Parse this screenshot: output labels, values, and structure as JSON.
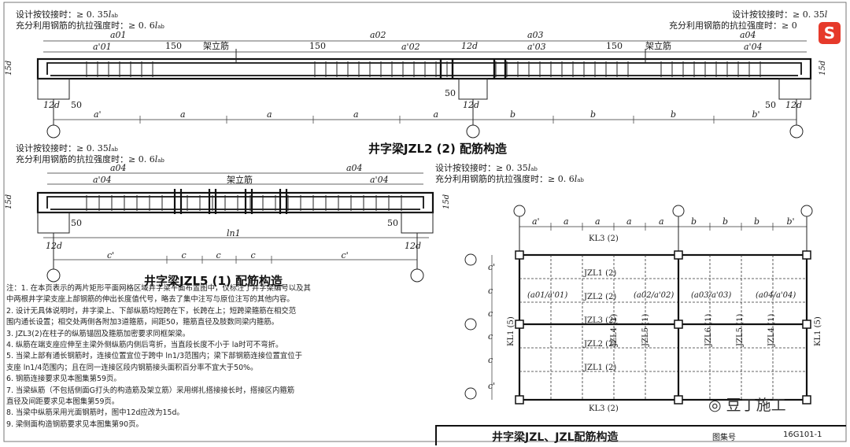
{
  "top_notes": {
    "hinge_label": "设计按铰接时：≥ 0. 35",
    "hinge_sym": "l",
    "hinge_sub": "ab",
    "full_label": "充分利用钢筋的抗拉强度时：≥ 0. 6",
    "full_sym": "l",
    "full_sub": "ab",
    "right_full_label": "充分利用钢筋的抗拉强度时：≥ 0"
  },
  "beam1": {
    "title": "井字梁JZL2 (2) 配筋构造",
    "top_dims": [
      "a01",
      "a'01",
      "a02",
      "a'02",
      "a03",
      "a'03",
      "a'04",
      "a04"
    ],
    "labels_150": "150",
    "label_12d": "12d",
    "label_50": "50",
    "label_15d": "15d",
    "erect_bar": "架立筋",
    "bottom_dims": [
      "a'",
      "a",
      "a",
      "a",
      "a",
      "b",
      "b",
      "b",
      "b'"
    ]
  },
  "beam2": {
    "title": "井字梁JZL5 (1) 配筋构造",
    "top_dims": [
      "a04",
      "a'04",
      "a'04",
      "a04"
    ],
    "erect_bar": "架立筋",
    "label_ln": "ln1",
    "bottom_dims": [
      "c'",
      "c",
      "c",
      "c",
      "c'"
    ]
  },
  "plan": {
    "top_dims": [
      "a'",
      "a",
      "a",
      "a",
      "a",
      "b",
      "b",
      "b",
      "b'"
    ],
    "kl_top": "KL3 (2)",
    "kl_bottom": "KL3 (2)",
    "kl_left": "KL1 (5)",
    "kl_right": "KL1 (5)",
    "jzl_rows": [
      "JZL1 (2)",
      "JZL2 (2)",
      "JZL3 (2)",
      "JZL2 (2)",
      "JZL1 (2)"
    ],
    "jzl_cols": [
      "JZL4 (1)",
      "JZL5 (1)",
      "JZL6 (1)",
      "JZL5 (1)",
      "JZL4 (1)"
    ],
    "side_dims": [
      "c'",
      "c",
      "c",
      "c",
      "c",
      "c'"
    ],
    "annot": [
      "(a01/a'01)",
      "(a02/a'02)",
      "(a03/a'03)",
      "(a04/a'04)"
    ]
  },
  "notes": [
    "注：1. 在本页表示的两片矩形平面网格区域井字梁平面布置图中，仅标注了井字梁编号以及其",
    "       中两根井字梁支座上部钢筋的伸出长度值代号，略去了集中注写与原位注写的其他内容。",
    "    2. 设计无具体说明时，井字梁上、下部纵筋均短跨在下，长跨在上；短跨梁箍筋在相交范",
    "       围内通长设置；相交处两侧各附加3道箍筋，间距50，箍筋直径及肢数同梁内箍筋。",
    "    3. JZL3(2)在柱子的纵筋锚固及箍筋加密要求同框架梁。",
    "    4. 纵筋在端支座应伸至主梁外侧纵筋内侧后弯折，当直段长度不小于 la时可不弯折。",
    "    5. 当梁上部有通长钢筋时，连接位置宜位于跨中 ln1/3范围内；梁下部钢筋连接位置宜位于",
    "       支座 ln1/4范围内；且在同一连接区段内钢筋接头面积百分率不宜大于50%。",
    "    6. 钢筋连接要求见本图集第59页。",
    "    7. 当梁纵筋（不包括侧面G打头的构造筋及架立筋）采用绑扎搭接接长时，搭接区内箍筋",
    "       直径及间距要求见本图集第59页。",
    "    8. 当梁中纵筋采用光面钢筋时，图中12d应改为15d。",
    "    9. 梁侧面构造钢筋要求见本图集第90页。"
  ],
  "watermark": "豆丁施工",
  "logo": "S",
  "title_block": "井字梁JZL、JZL配筋构造",
  "title_block_fig": "图集号",
  "title_block_no": "16G101-1"
}
